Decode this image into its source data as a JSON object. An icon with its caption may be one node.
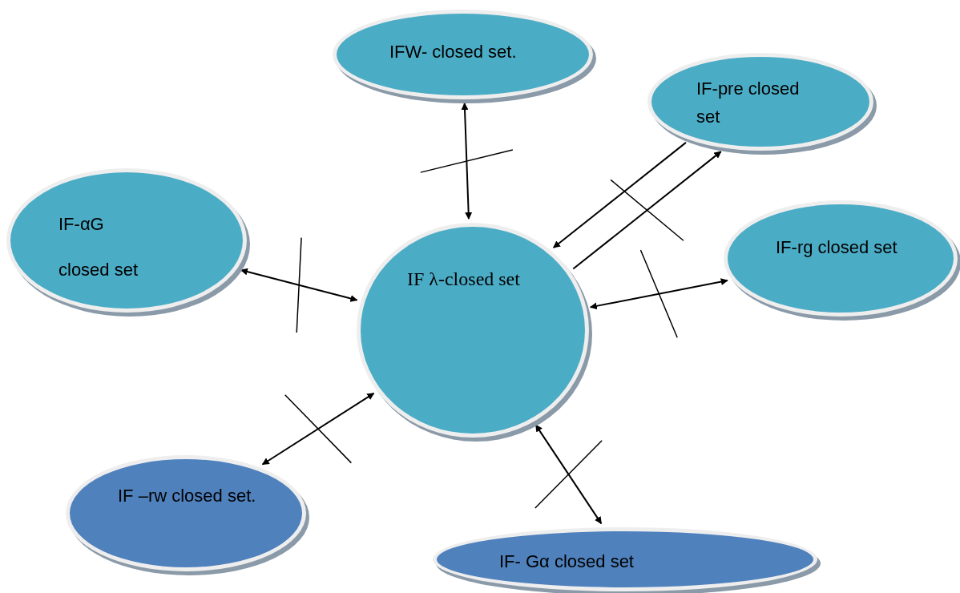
{
  "diagram": {
    "nodes": [
      {
        "text": [
          "IF λ-closed set"
        ]
      },
      {
        "text": [
          "IFW- closed set."
        ]
      },
      {
        "text": [
          "IF-pre closed set"
        ]
      },
      {
        "text": [
          "IF-αG closed set"
        ]
      },
      {
        "text": [
          "IF-rg closed set"
        ]
      },
      {
        "text": [
          "IF –rw closed set."
        ]
      },
      {
        "text": [
          "IF- Gα closed set"
        ]
      }
    ],
    "edges": [
      {
        "from": 0,
        "to": 1,
        "arrow": "both"
      },
      {
        "from": 2,
        "to": 0,
        "arrow": "to"
      },
      {
        "from": 0,
        "to": 2,
        "arrow": "to"
      },
      {
        "from": 0,
        "to": 3,
        "arrow": "both"
      },
      {
        "from": 0,
        "to": 4,
        "arrow": "both"
      },
      {
        "from": 0,
        "to": 5,
        "arrow": "both"
      },
      {
        "from": 0,
        "to": 6,
        "arrow": "both"
      }
    ]
  }
}
